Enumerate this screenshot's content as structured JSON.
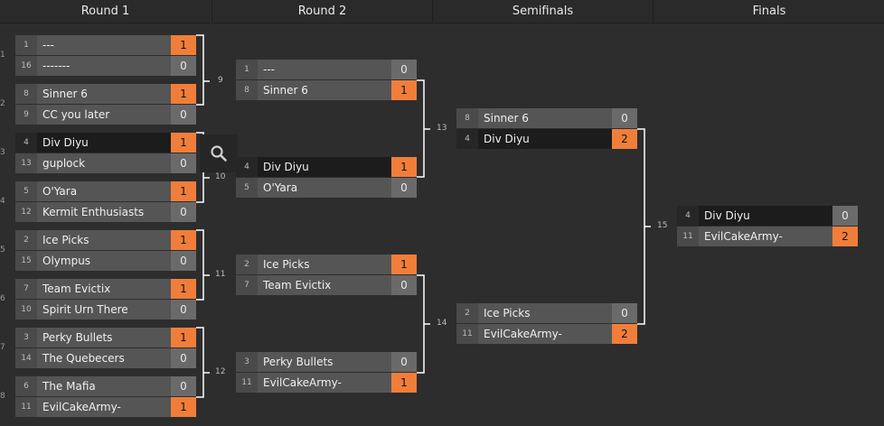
{
  "headers": [
    "Round 1",
    "Round 2",
    "Semifinals",
    "Finals"
  ],
  "side_labels": [
    "1",
    "2",
    "3",
    "4",
    "5",
    "6",
    "7",
    "8"
  ],
  "rounds": {
    "round1": [
      {
        "teams": [
          {
            "seed": "1",
            "name": "---",
            "score": "1",
            "win": true
          },
          {
            "seed": "16",
            "name": "-------",
            "score": "0"
          }
        ]
      },
      {
        "teams": [
          {
            "seed": "8",
            "name": "Sinner 6",
            "score": "1",
            "win": true
          },
          {
            "seed": "9",
            "name": "CC you later",
            "score": "0"
          }
        ]
      },
      {
        "teams": [
          {
            "seed": "4",
            "name": "Div Diyu",
            "score": "1",
            "win": true,
            "dark": true
          },
          {
            "seed": "13",
            "name": "guplock",
            "score": "0"
          }
        ]
      },
      {
        "teams": [
          {
            "seed": "5",
            "name": "O'Yara",
            "score": "1",
            "win": true
          },
          {
            "seed": "12",
            "name": "Kermit Enthusiasts",
            "score": "0"
          }
        ]
      },
      {
        "teams": [
          {
            "seed": "2",
            "name": "Ice Picks",
            "score": "1",
            "win": true
          },
          {
            "seed": "15",
            "name": "Olympus",
            "score": "0"
          }
        ]
      },
      {
        "teams": [
          {
            "seed": "7",
            "name": "Team Evictix",
            "score": "1",
            "win": true
          },
          {
            "seed": "10",
            "name": "Spirit Urn There",
            "score": "0"
          }
        ]
      },
      {
        "teams": [
          {
            "seed": "3",
            "name": "Perky Bullets",
            "score": "1",
            "win": true
          },
          {
            "seed": "14",
            "name": "The Quebecers",
            "score": "0"
          }
        ]
      },
      {
        "teams": [
          {
            "seed": "6",
            "name": "The Mafia",
            "score": "0"
          },
          {
            "seed": "11",
            "name": "EvilCakeArmy-",
            "score": "1",
            "win": true
          }
        ]
      }
    ],
    "round2": [
      {
        "num": "9",
        "teams": [
          {
            "seed": "1",
            "name": "---",
            "score": "0"
          },
          {
            "seed": "8",
            "name": "Sinner 6",
            "score": "1",
            "win": true
          }
        ]
      },
      {
        "num": "10",
        "teams": [
          {
            "seed": "4",
            "name": "Div Diyu",
            "score": "1",
            "win": true,
            "dark": true
          },
          {
            "seed": "5",
            "name": "O'Yara",
            "score": "0"
          }
        ]
      },
      {
        "num": "11",
        "teams": [
          {
            "seed": "2",
            "name": "Ice Picks",
            "score": "1",
            "win": true
          },
          {
            "seed": "7",
            "name": "Team Evictix",
            "score": "0"
          }
        ]
      },
      {
        "num": "12",
        "teams": [
          {
            "seed": "3",
            "name": "Perky Bullets",
            "score": "0"
          },
          {
            "seed": "11",
            "name": "EvilCakeArmy-",
            "score": "1",
            "win": true
          }
        ]
      }
    ],
    "semis": [
      {
        "num": "13",
        "teams": [
          {
            "seed": "8",
            "name": "Sinner 6",
            "score": "0"
          },
          {
            "seed": "4",
            "name": "Div Diyu",
            "score": "2",
            "win": true,
            "dark": true
          }
        ]
      },
      {
        "num": "14",
        "teams": [
          {
            "seed": "2",
            "name": "Ice Picks",
            "score": "0"
          },
          {
            "seed": "11",
            "name": "EvilCakeArmy-",
            "score": "2",
            "win": true
          }
        ]
      }
    ],
    "finals": [
      {
        "num": "15",
        "teams": [
          {
            "seed": "4",
            "name": "Div Diyu",
            "score": "0",
            "dark": true
          },
          {
            "seed": "11",
            "name": "EvilCakeArmy-",
            "score": "2",
            "win": true
          }
        ]
      }
    ]
  },
  "zoom_icon": "search-icon"
}
